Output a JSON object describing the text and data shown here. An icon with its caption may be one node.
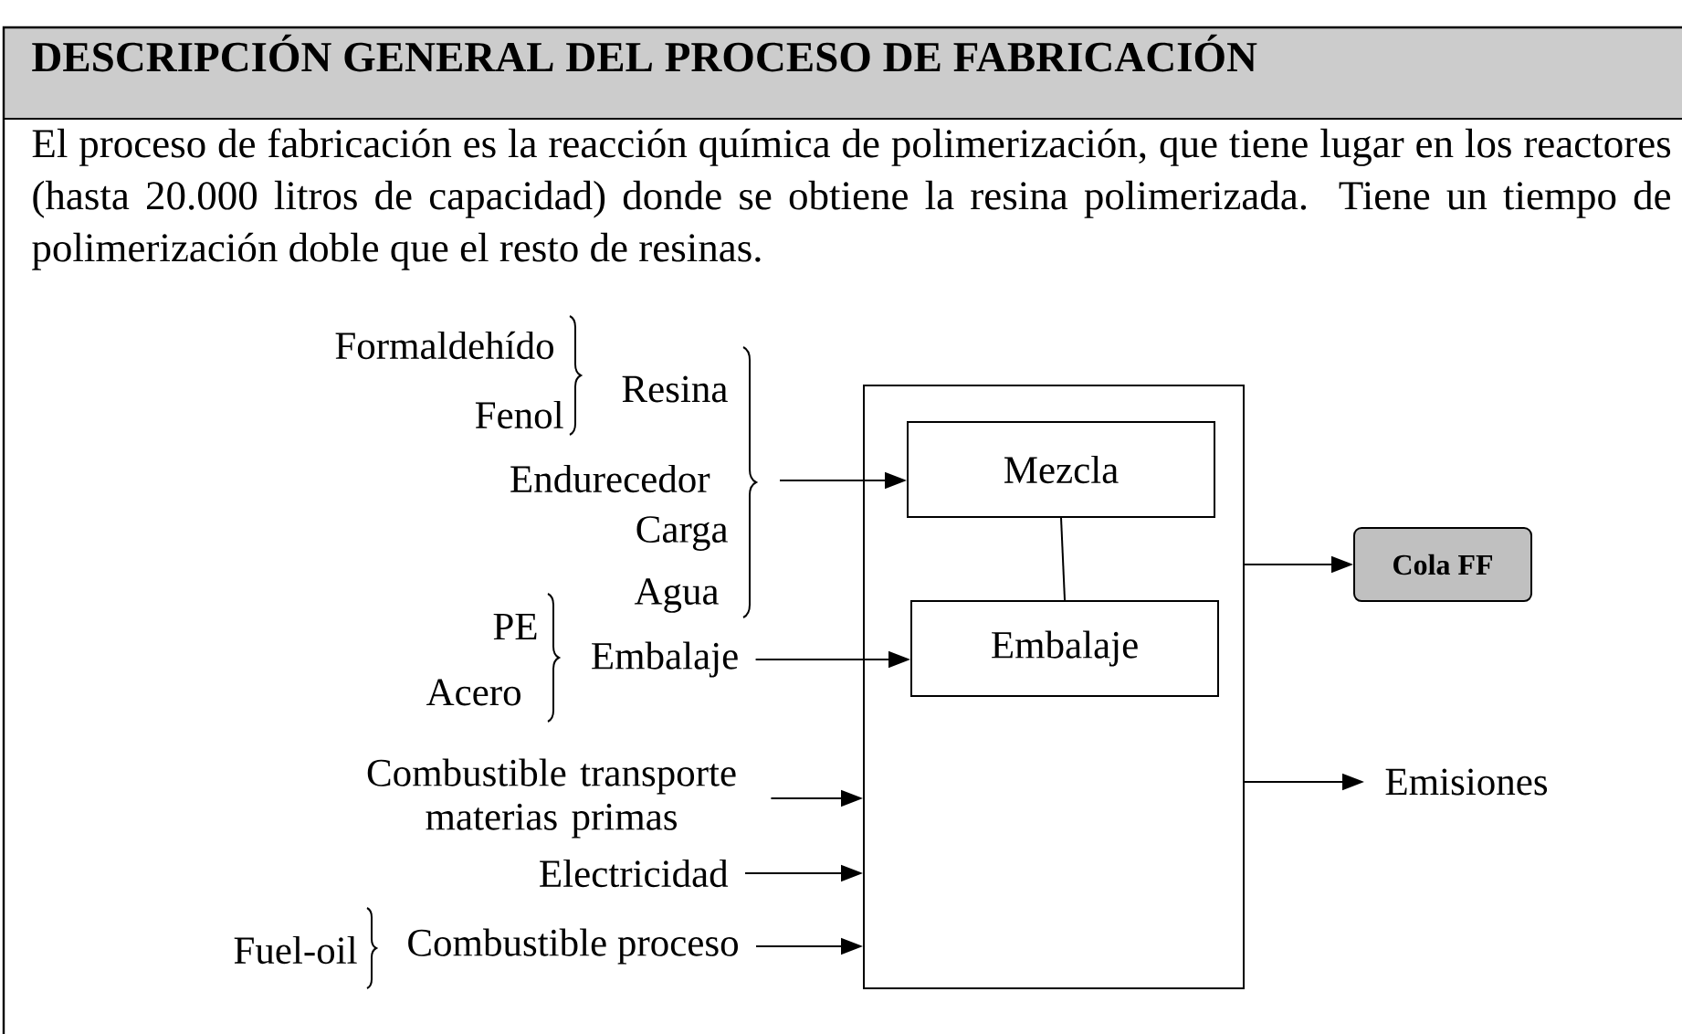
{
  "diagram": {
    "title": "DESCRIPCIÓN GENERAL DEL PROCESO DE FABRICACIÓN",
    "nodes": [
      {
        "text": [],
        "shape": "box"
      },
      {
        "text": [
          "Mezcla"
        ],
        "in": 0
      },
      {
        "text": [
          "Embalaje"
        ],
        "in": 0
      },
      {
        "text": [
          "Cola FF"
        ]
      },
      {
        "text": [
          "Emisiones"
        ]
      },
      {
        "text": [
          "Embalaje"
        ]
      },
      {
        "text": [
          "Combustible transporte materias primas"
        ]
      },
      {
        "text": [
          "Electricidad"
        ]
      },
      {
        "text": [
          "Combustible proceso"
        ]
      }
    ],
    "edges": [
      {
        "from": null,
        "to": 1,
        "arrow": "to"
      },
      {
        "from": 5,
        "to": 2,
        "arrow": "to"
      },
      {
        "from": 6,
        "to": 0,
        "arrow": "to"
      },
      {
        "from": 7,
        "to": 0,
        "arrow": "to"
      },
      {
        "from": 8,
        "to": 0,
        "arrow": "to"
      },
      {
        "from": 1,
        "to": 2,
        "arrow": "none"
      },
      {
        "from": 0,
        "to": 3,
        "arrow": "to"
      },
      {
        "from": 0,
        "to": 4,
        "arrow": "to"
      }
    ],
    "labels": [
      "El proceso de fabricación es la reacción química de polimerización, que tiene lugar en los reactores (hasta 20.000 litros de capacidad) donde se obtiene la resina polimerizada. Tiene un tiempo de polimerización doble que el resto de resinas.",
      "Formaldehído",
      "Fenol",
      "Resina",
      "Endurecedor",
      "Carga",
      "Agua",
      "PE",
      "Acero",
      "Fuel-oil"
    ]
  }
}
